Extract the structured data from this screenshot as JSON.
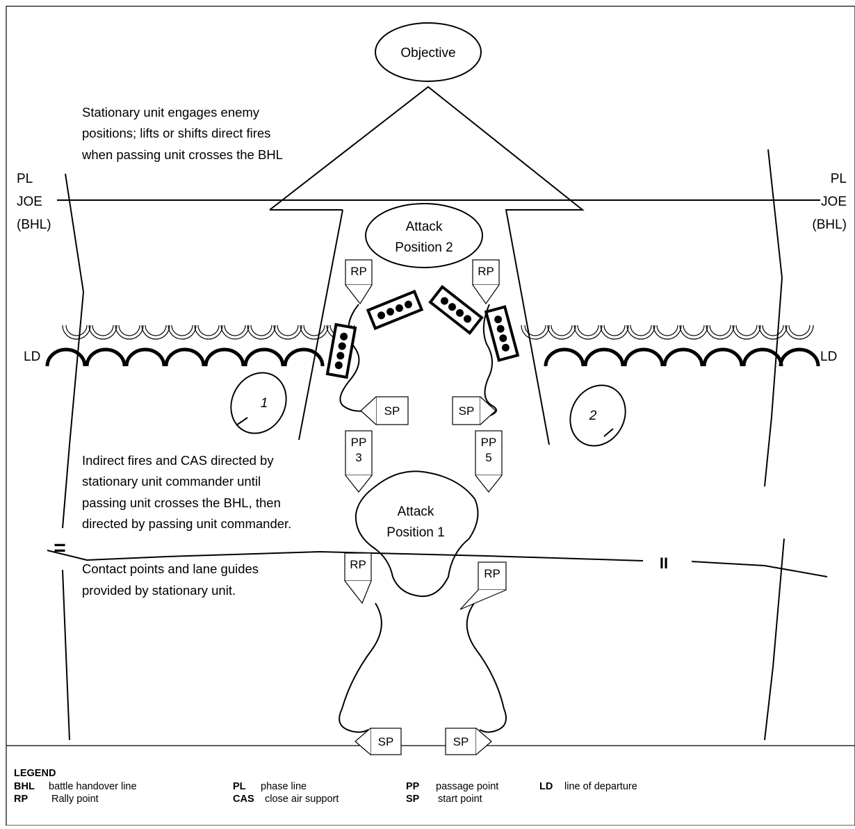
{
  "objective": "Objective",
  "attack_position_2": [
    "Attack",
    "Position 2"
  ],
  "attack_position_1": [
    "Attack",
    "Position 1"
  ],
  "phase_line": {
    "left": [
      "PL",
      "JOE",
      "(BHL)"
    ],
    "right": [
      "PL",
      "JOE",
      "(BHL)"
    ]
  },
  "ld_label": "LD",
  "unit_boundary": "=",
  "unit_boundary_bottom": "II",
  "unit_1": "1",
  "unit_2": "2",
  "control_points": {
    "rp": "RP",
    "sp": "SP",
    "pp_left": [
      "PP",
      "3"
    ],
    "pp_right": [
      "PP",
      "5"
    ]
  },
  "notes": {
    "stationary": [
      "Stationary unit engages enemy",
      "positions; lifts or shifts direct fires",
      "when passing unit crosses the BHL"
    ],
    "indirect": [
      "Indirect fires and CAS directed by",
      "stationary unit commander until",
      "passing unit crosses the BHL, then",
      "directed by passing unit commander."
    ],
    "contact": [
      "Contact points and lane guides",
      "provided by stationary unit."
    ]
  },
  "legend": {
    "title": "LEGEND",
    "items": [
      {
        "abbr": "BHL",
        "text": "battle handover line"
      },
      {
        "abbr": "PL",
        "text": "phase line"
      },
      {
        "abbr": "PP",
        "text": "passage point"
      },
      {
        "abbr": "LD",
        "text": "line of departure"
      },
      {
        "abbr": "RP",
        "text": "Rally point"
      },
      {
        "abbr": "CAS",
        "text": "close air support"
      },
      {
        "abbr": "SP",
        "text": "start point"
      }
    ]
  }
}
